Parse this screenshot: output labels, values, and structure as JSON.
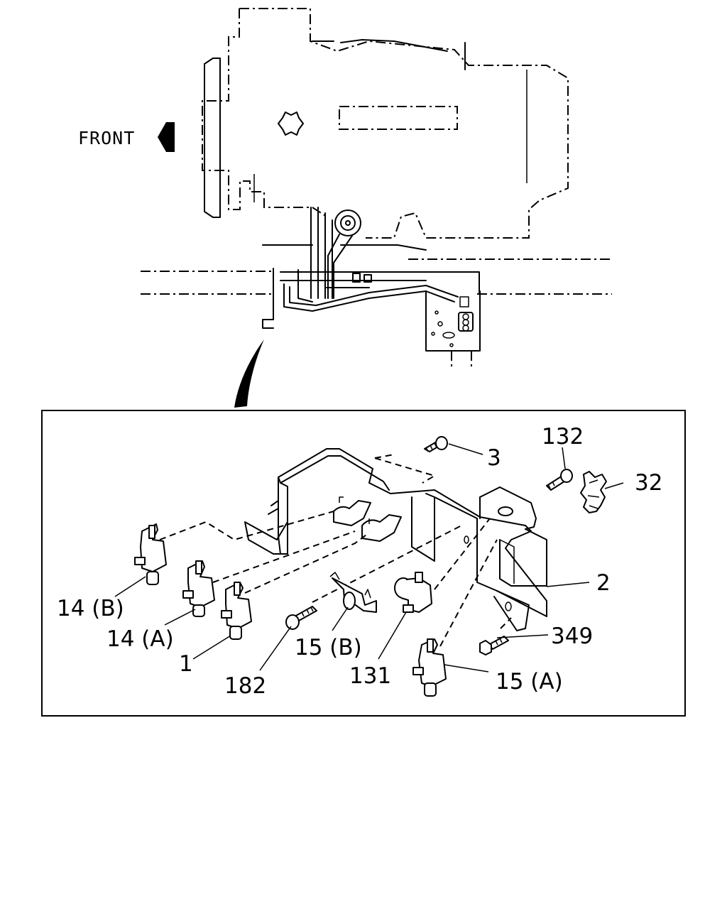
{
  "orientation": {
    "front_label": "FRONT"
  },
  "callouts": {
    "c132": "132",
    "c3": "3",
    "c32": "32",
    "c2": "2",
    "c14b": "14 (B)",
    "c14a": "14 (A)",
    "c1": "1",
    "c15b": "15 (B)",
    "c182": "182",
    "c131": "131",
    "c349": "349",
    "c15a": "15 (A)"
  }
}
